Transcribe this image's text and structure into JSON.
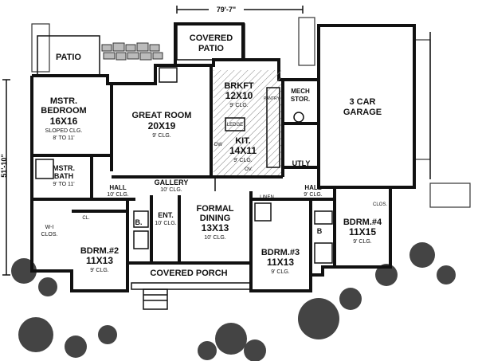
{
  "dimensions": {
    "width_overall": "79'-7\"",
    "depth_overall": "51'-10\""
  },
  "rooms": {
    "patio": {
      "name": "PATIO"
    },
    "covered_patio": {
      "name_line1": "COVERED",
      "name_line2": "PATIO"
    },
    "master_bedroom": {
      "name_line1": "MSTR.",
      "name_line2": "BEDROOM",
      "size": "16X16",
      "note1": "SLOPED CLG.",
      "note2": "8' TO 11'"
    },
    "great_room": {
      "name": "GREAT ROOM",
      "size": "20X19",
      "note": "9' CLG."
    },
    "breakfast": {
      "name": "BRKFT",
      "size": "12X10",
      "note": "9' CLG."
    },
    "pantry": {
      "name": "PANTRY"
    },
    "ledge": {
      "name": "LEDGE"
    },
    "kitchen": {
      "name": "KIT.",
      "size": "14X11",
      "note": "9' CLG."
    },
    "dw": {
      "name": "DW"
    },
    "ov": {
      "name": "OV."
    },
    "mech": {
      "name_line1": "MECH",
      "name_line2": "STOR."
    },
    "garage": {
      "name_line1": "3 CAR",
      "name_line2": "GARAGE"
    },
    "utility": {
      "name": "UTLY"
    },
    "master_bath": {
      "name_line1": "MSTR.",
      "name_line2": "BATH",
      "note": "9' TO 11'"
    },
    "hall_left": {
      "name": "HALL",
      "note": "10' CLG."
    },
    "gallery": {
      "name": "GALLERY",
      "note": "10' CLG."
    },
    "entry": {
      "name": "ENT.",
      "note": "10' CLG."
    },
    "formal_dining": {
      "name_line1": "FORMAL",
      "name_line2": "DINING",
      "size": "13X13",
      "note": "10' CLG."
    },
    "linen": {
      "name": "LINEN"
    },
    "hall_right": {
      "name": "HALL",
      "note": "9' CLG."
    },
    "walkin_closet": {
      "name_line1": "W-I",
      "name_line2": "CLOS."
    },
    "bedroom2": {
      "name": "BDRM.#2",
      "size": "11X13",
      "note": "9' CLG."
    },
    "bath_left": {
      "name": "B."
    },
    "bedroom3": {
      "name": "BDRM.#3",
      "size": "11X13",
      "note": "9' CLG."
    },
    "bath_right": {
      "name": "B"
    },
    "bedroom4": {
      "name": "BDRM.#4",
      "size": "11X15",
      "note": "9' CLG."
    },
    "closet_right": {
      "name": "CLOS."
    },
    "closet_left": {
      "name": "CL."
    },
    "covered_porch": {
      "name": "COVERED PORCH"
    }
  }
}
